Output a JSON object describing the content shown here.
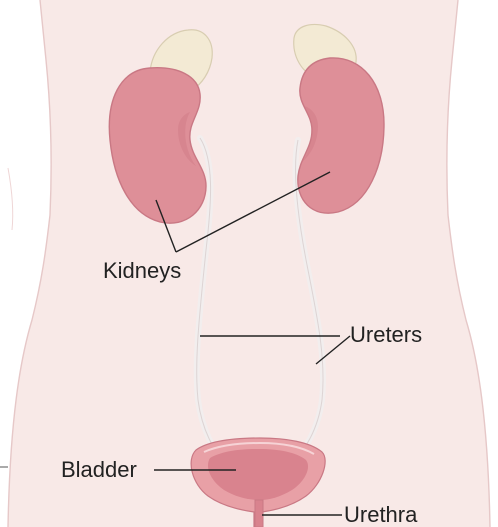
{
  "labels": {
    "kidneys": "Kidneys",
    "ureters": "Ureters",
    "bladder": "Bladder",
    "urethra": "Urethra"
  },
  "colors": {
    "skin": "#f8e9e7",
    "body_outline": "#e6c8c8",
    "kidney": "#de8f98",
    "kidney_outline": "#c97884",
    "adrenal": "#f3ead4",
    "adrenal_outline": "#d8cdb1",
    "ureter": "#f2eeee",
    "ureter_outline": "#cfc3c3",
    "bladder": "#e8a0a6",
    "bladder_inner": "#d9838e",
    "leader": "#222222"
  }
}
